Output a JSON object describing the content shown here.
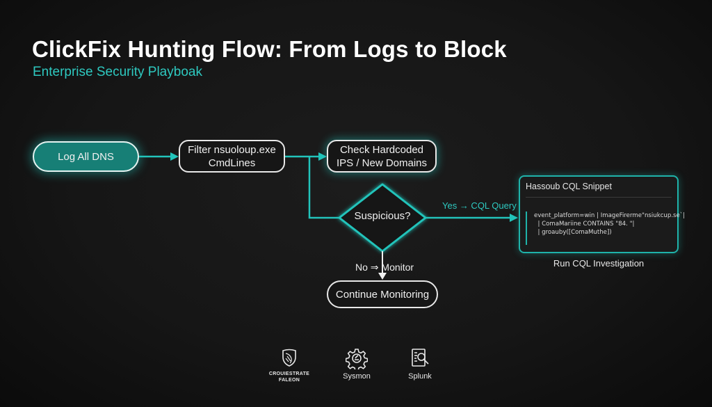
{
  "header": {
    "title": "ClickFix Hunting Flow: From Logs to Block",
    "subtitle": "Enterprise Security Playboak"
  },
  "colors": {
    "accent": "#2ec9c0",
    "primary_node_fill": "#177f76",
    "background": "#161616",
    "text": "#f0f0f0"
  },
  "flow": {
    "nodes": {
      "log_dns": {
        "line1": "Log All DNS"
      },
      "filter": {
        "line1": "Filter nsuoloup.exe",
        "line2": "CmdLines"
      },
      "check": {
        "line1": "Check Hardcoded",
        "line2": "IPS / New Domains"
      },
      "decision": {
        "label": "Suspicious?"
      },
      "continue": {
        "line1": "Continue Monitoring"
      }
    },
    "edges": {
      "yes_label": "Yes → CQL Query",
      "no_label": "No ⇒ Monitor"
    }
  },
  "snippet": {
    "title": "Hassoub CQL Snippet",
    "code_lines": [
      "event_platform=win | ImageFirerme\"nsiukcup.seˋ|",
      "  | ComaMariine CONTAINS \"84. \"|",
      "  | groauby([ComaMuthe])"
    ],
    "caption": "Run CQL Investigation"
  },
  "tools": [
    {
      "name": "CROUIESTRATE FALEON",
      "line1": "CROUIESTRATE",
      "line2": "FALEON",
      "icon": "shield-falcon-icon"
    },
    {
      "name": "Sysmon",
      "line1": "Sysmon",
      "icon": "gear-icon"
    },
    {
      "name": "Splunk",
      "line1": "Splunk",
      "icon": "document-search-icon"
    }
  ]
}
